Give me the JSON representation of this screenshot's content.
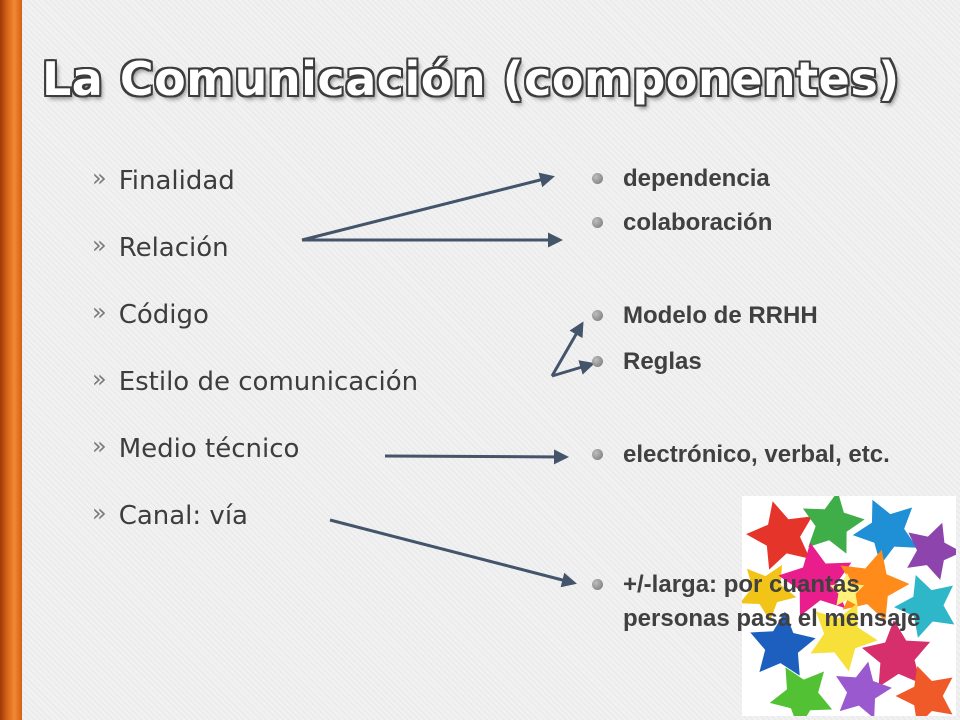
{
  "slide": {
    "title": "La Comunicación (componentes)",
    "left_items": [
      {
        "marker": "»",
        "label": "Finalidad"
      },
      {
        "marker": "»",
        "label": "Relación"
      },
      {
        "marker": "»",
        "label": "Código"
      },
      {
        "marker": "»",
        "label": "Estilo de comunicación"
      },
      {
        "marker": "»",
        "label": "Medio técnico"
      },
      {
        "marker": "»",
        "label": "Canal: vía"
      }
    ],
    "right_items": [
      {
        "label": "dependencia"
      },
      {
        "label": "colaboración"
      },
      {
        "label": "Modelo de RRHH"
      },
      {
        "label": "Reglas"
      },
      {
        "label": "electrónico, verbal, etc."
      },
      {
        "label": "+/-larga: por cuantas personas pasa el mensaje"
      }
    ]
  },
  "colors": {
    "accent_bar": "#e0701f",
    "connector": "#44546a",
    "text": "#3d3d3d"
  },
  "decoration": {
    "image_icon": "colorful-stars-icon"
  }
}
